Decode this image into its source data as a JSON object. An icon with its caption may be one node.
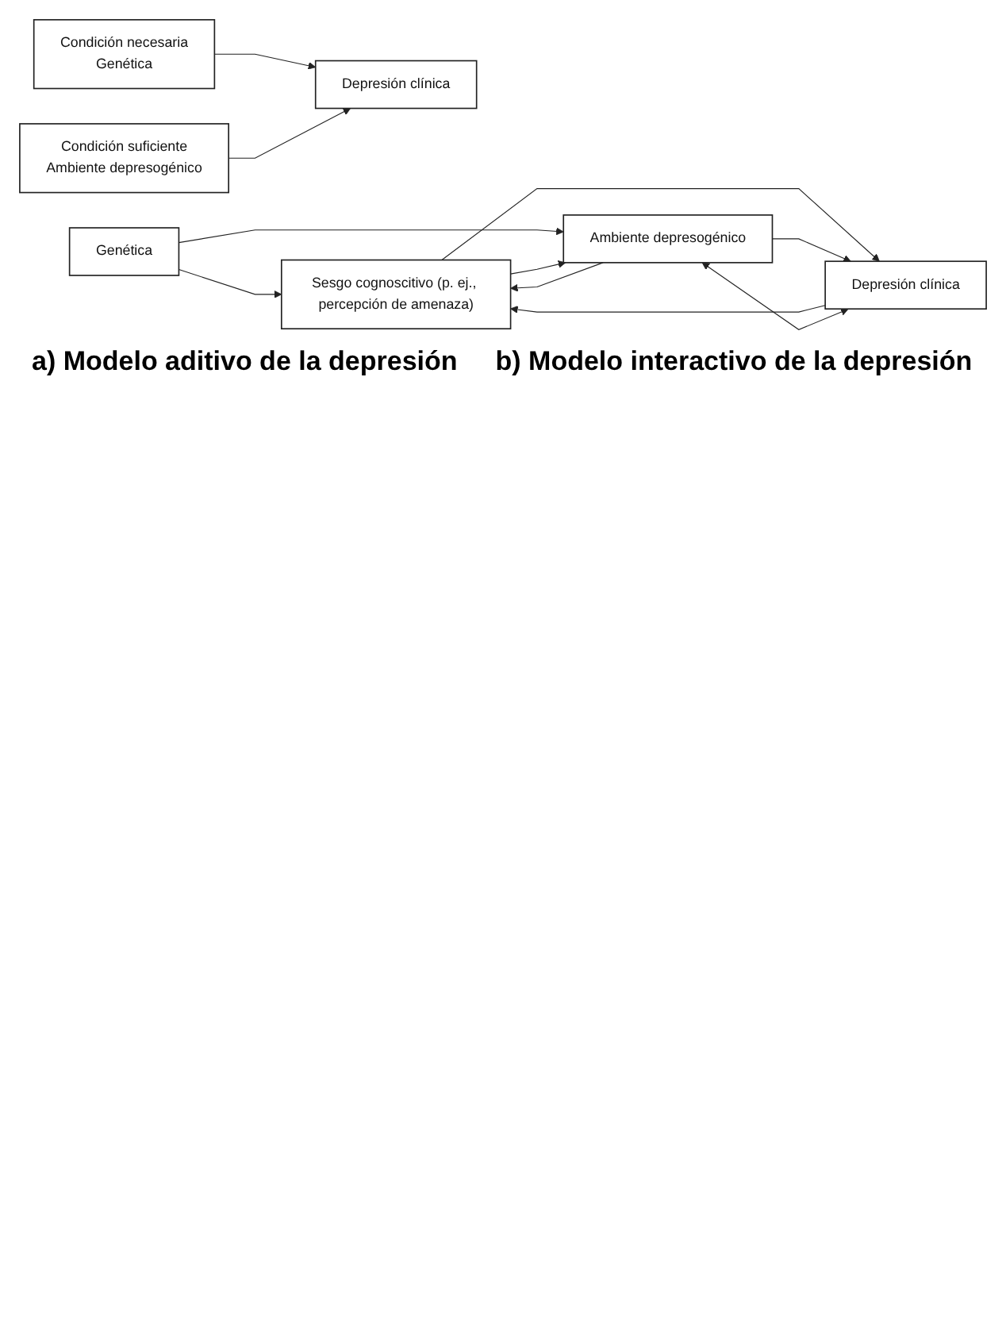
{
  "diagram": {
    "nodes": [
      {
        "text": [
          "Condición necesaria",
          "Genética"
        ]
      },
      {
        "text": [
          "Condición suficiente",
          "Ambiente depresogénico"
        ]
      },
      {
        "text": [
          "Depresión clínica"
        ]
      },
      {
        "text": [
          "Genética"
        ]
      },
      {
        "text": [
          "Sesgo cognoscitivo (p. ej., percepción de amenaza)"
        ]
      },
      {
        "text": [
          "Ambiente depresogénico"
        ]
      },
      {
        "text": [
          "Depresión clínica"
        ]
      }
    ],
    "edges": [
      {
        "from": 0,
        "to": 2,
        "arrow": "to"
      },
      {
        "from": 1,
        "to": 2,
        "arrow": "to"
      },
      {
        "from": 3,
        "to": 4,
        "arrow": "to"
      },
      {
        "from": 3,
        "to": 5,
        "arrow": "to"
      },
      {
        "from": 4,
        "to": 5,
        "arrow": "to"
      },
      {
        "from": 5,
        "to": 4,
        "arrow": "to"
      },
      {
        "from": 4,
        "to": 6,
        "arrow": "to"
      },
      {
        "from": 5,
        "to": 6,
        "arrow": "to"
      },
      {
        "from": 6,
        "to": 4,
        "arrow": "to"
      },
      {
        "from": 6,
        "to": 5,
        "arrow": "both"
      }
    ],
    "labels": [
      "a) Modelo aditivo de la depresión",
      "b) Modelo interactivo de la depresión"
    ]
  }
}
